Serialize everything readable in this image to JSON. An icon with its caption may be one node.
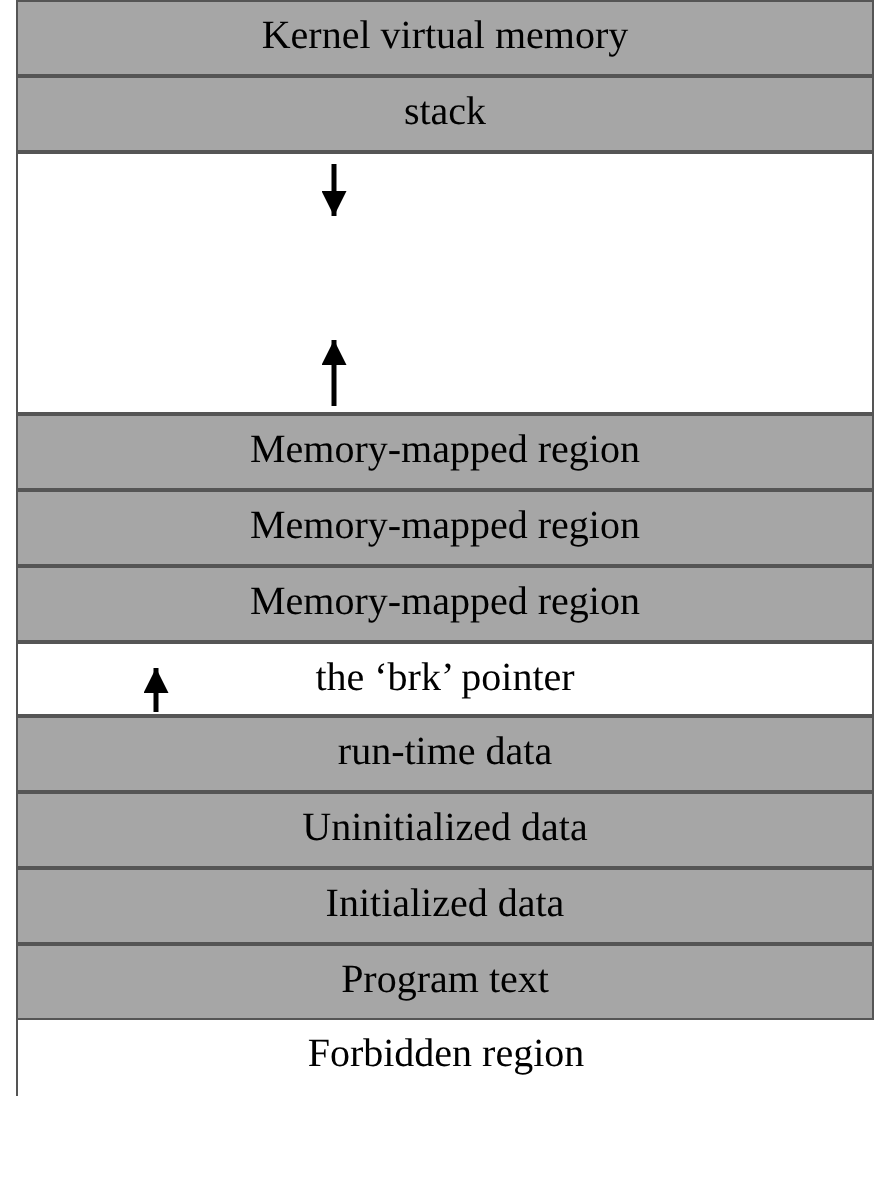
{
  "diagram": {
    "nodes": [
      {
        "text": [
          "Kernel virtual memory"
        ]
      },
      {
        "text": [
          "stack"
        ]
      },
      {
        "text": [],
        "shape": "box"
      },
      {
        "text": [
          "Memory-mapped region"
        ]
      },
      {
        "text": [
          "Memory-mapped region"
        ]
      },
      {
        "text": [
          "Memory-mapped region"
        ]
      },
      {
        "text": [
          "the ‘brk’ pointer"
        ]
      },
      {
        "text": [
          "run-time data"
        ]
      },
      {
        "text": [
          "Uninitialized data"
        ]
      },
      {
        "text": [
          "Initialized data"
        ]
      },
      {
        "text": [
          "Program text"
        ]
      },
      {
        "text": [
          "Forbidden region"
        ]
      }
    ],
    "edges": []
  }
}
